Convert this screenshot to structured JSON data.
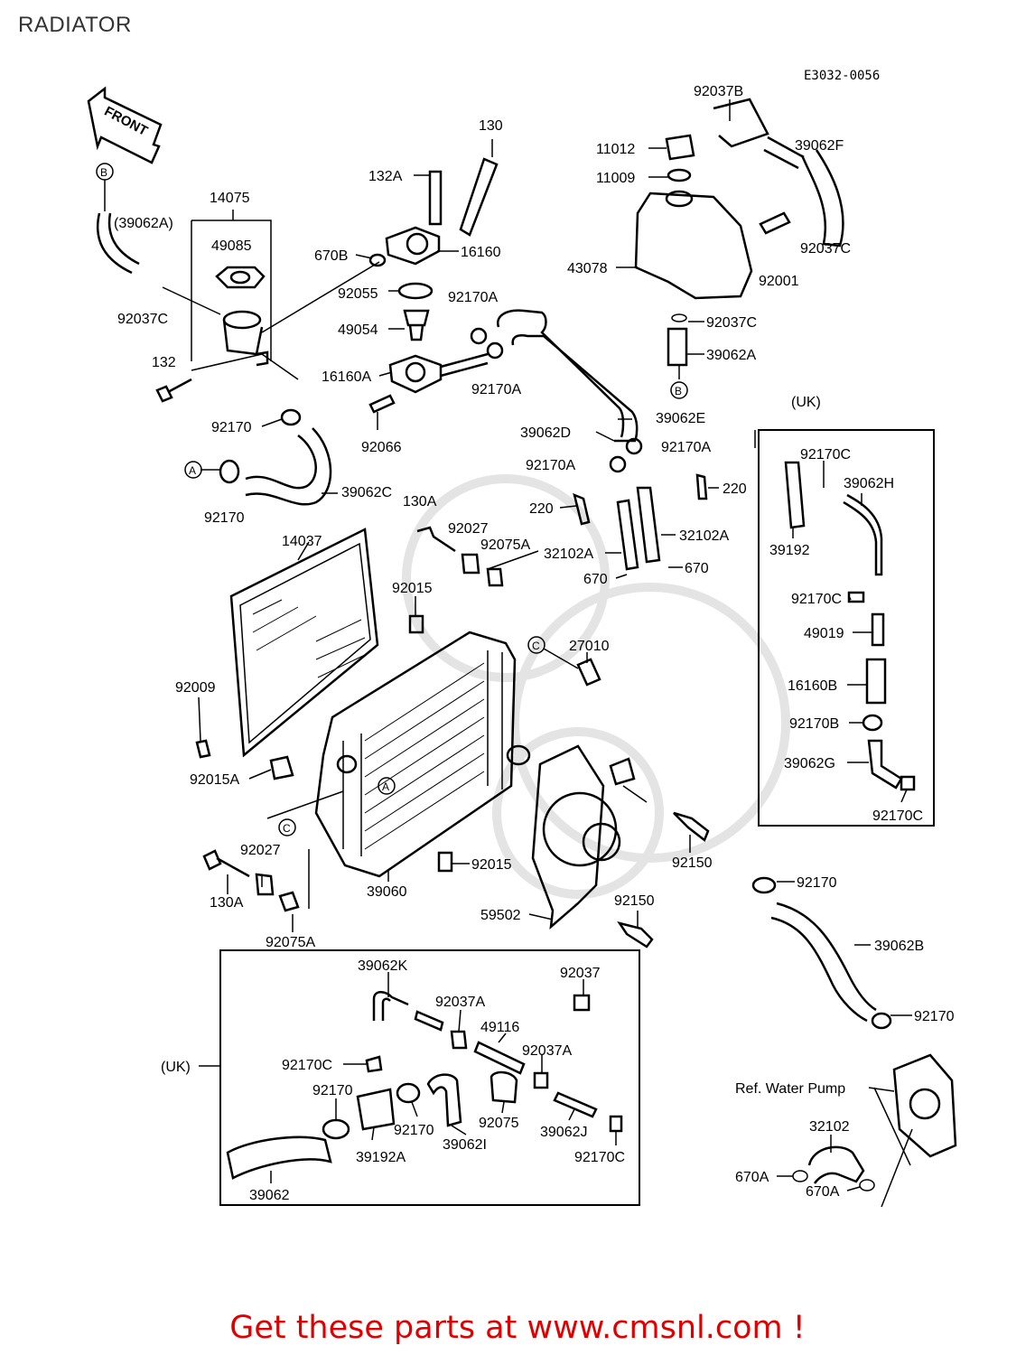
{
  "header": {
    "title": "RADIATOR",
    "code": "E3032-0056"
  },
  "footer": {
    "text": "Get these parts at www.cmsnl.com !"
  },
  "front_label": "FRONT",
  "callouts": {
    "a": "A",
    "b": "B",
    "c": "C"
  },
  "labels": {
    "p14075": "14075",
    "p39062A_paren": "(39062A)",
    "p49085": "49085",
    "p92037C_left": "92037C",
    "p132": "132",
    "p130": "130",
    "p132A": "132A",
    "p16160": "16160",
    "p670B": "670B",
    "p92055": "92055",
    "p92170A_1": "92170A",
    "p49054": "49054",
    "p16160A": "16160A",
    "p92170A_2": "92170A",
    "p92066": "92066",
    "p92170_1": "92170",
    "p39062C": "39062C",
    "p92170_2": "92170",
    "p92037B": "92037B",
    "p11012": "11012",
    "p11009": "11009",
    "p39062F": "39062F",
    "p43078": "43078",
    "p92037C_1": "92037C",
    "p92001": "92001",
    "p92037C_2": "92037C",
    "p39062A": "39062A",
    "p39062D": "39062D",
    "p39062E": "39062E",
    "p92170A_3": "92170A",
    "p92170A_4": "92170A",
    "p130A_1": "130A",
    "p92027_1": "92027",
    "p92075A_1": "92075A",
    "p14037": "14037",
    "p220_1": "220",
    "p220_2": "220",
    "p32102A_1": "32102A",
    "p32102A_2": "32102A",
    "p670_1": "670",
    "p670_2": "670",
    "p92015_1": "92015",
    "p27010": "27010",
    "p92009": "92009",
    "p92015A": "92015A",
    "p92027_2": "92027",
    "p130A_2": "130A",
    "p92075A_2": "92075A",
    "p39060": "39060",
    "p92015_2": "92015",
    "p59502": "59502",
    "p92150_1": "92150",
    "p92150_2": "92150",
    "p92170_3": "92170",
    "p39062B": "39062B",
    "p92170_4": "92170",
    "uk_right": "(UK)",
    "p92170C_1": "92170C",
    "p39062H": "39062H",
    "p39192": "39192",
    "p92170C_2": "92170C",
    "p49019": "49019",
    "p16160B": "16160B",
    "p92170B": "92170B",
    "p39062G": "39062G",
    "p92170C_3": "92170C",
    "uk_bottom": "(UK)",
    "p39062K": "39062K",
    "p92037": "92037",
    "p92037A_1": "92037A",
    "p49116": "49116",
    "p92037A_2": "92037A",
    "p92170C_4": "92170C",
    "p92170_5": "92170",
    "p92170_6": "92170",
    "p92075": "92075",
    "p39062J": "39062J",
    "p39192A": "39192A",
    "p39062I": "39062I",
    "p92170C_5": "92170C",
    "p39062": "39062",
    "ref_pump": "Ref. Water Pump",
    "p32102": "32102",
    "p670A_1": "670A",
    "p670A_2": "670A"
  }
}
